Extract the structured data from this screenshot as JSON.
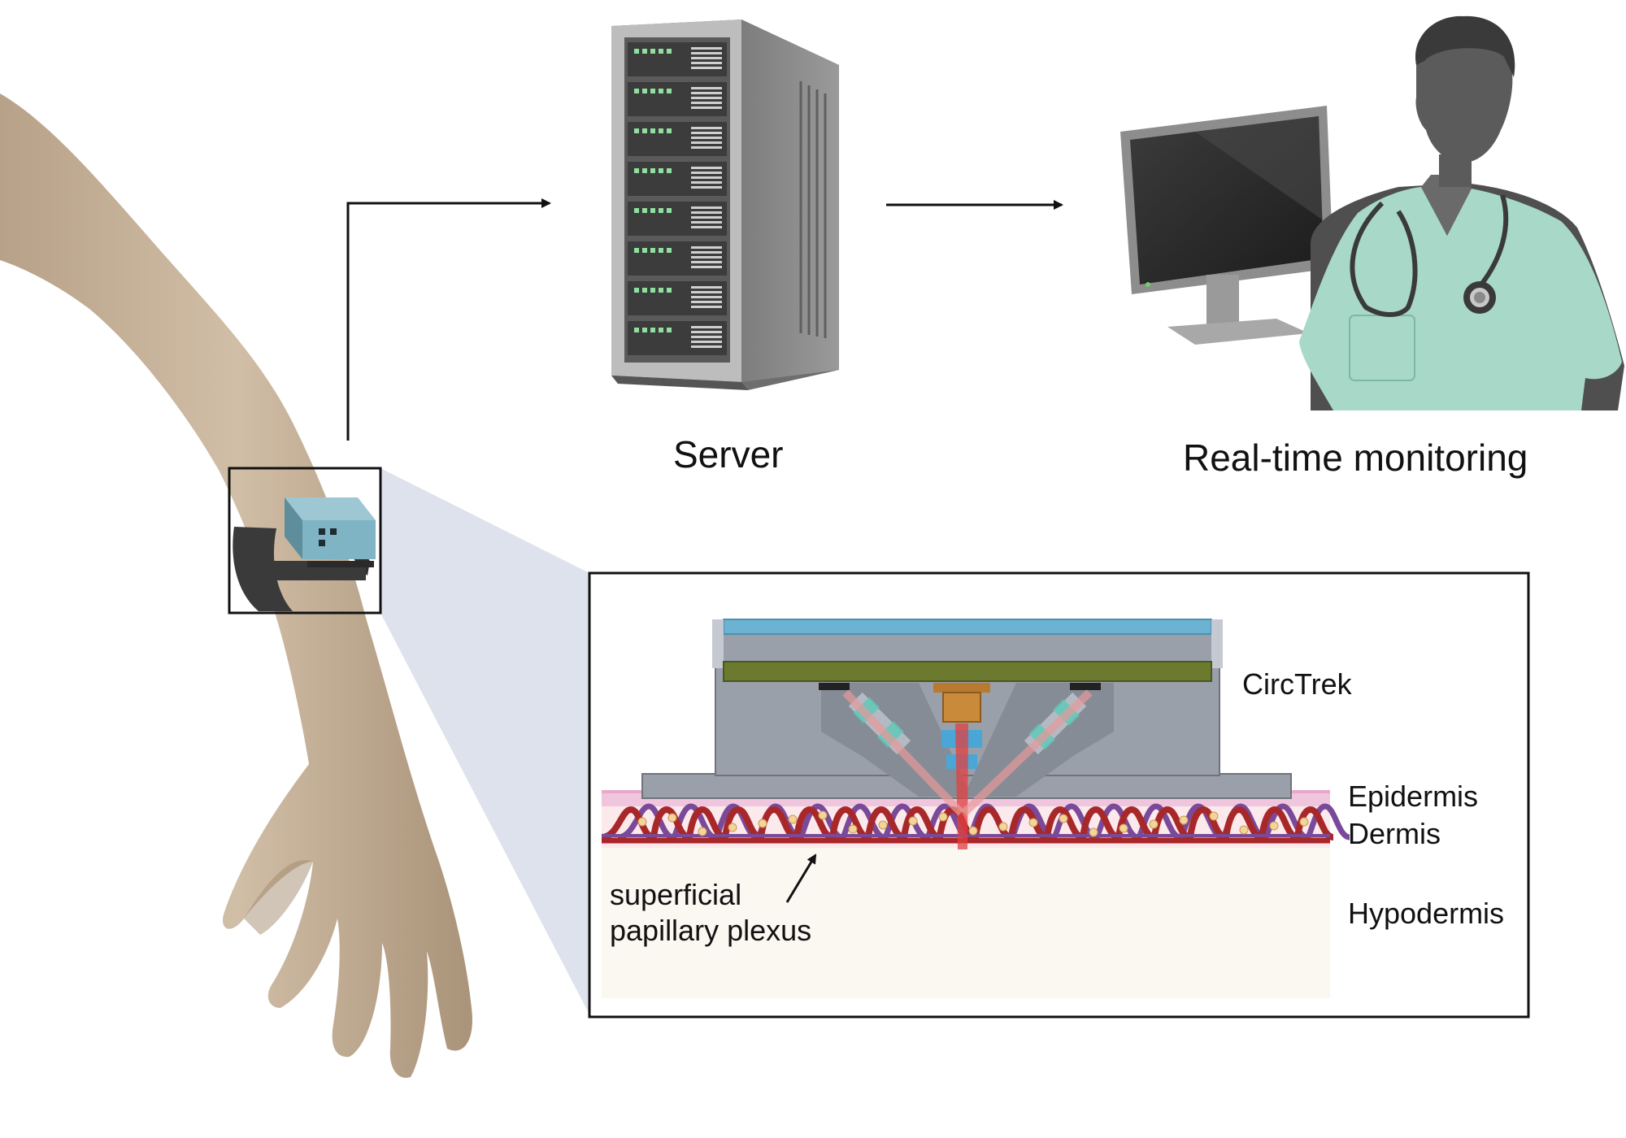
{
  "labels": {
    "server": "Server",
    "monitoring": "Real-time monitoring",
    "device": "CircTrek",
    "epidermis": "Epidermis",
    "dermis": "Dermis",
    "hypodermis": "Hypodermis",
    "plexus_line1": "superficial",
    "plexus_line2": "papillary plexus"
  },
  "icons": {
    "arm": "arm-with-wearable-icon",
    "server": "server-rack-icon",
    "clinician": "doctor-at-monitor-icon"
  },
  "colors": {
    "skin_arm": "#c8b49c",
    "device_blue": "#7fb4c4",
    "scrubs": "#a8d8c8",
    "blood_vessel": "#a8282a",
    "vein": "#7a4a9a",
    "laser": "#e04040",
    "pcb": "#6b7a2e",
    "housing": "#9aa0aa",
    "zoom_wedge": "#dde2ec"
  }
}
